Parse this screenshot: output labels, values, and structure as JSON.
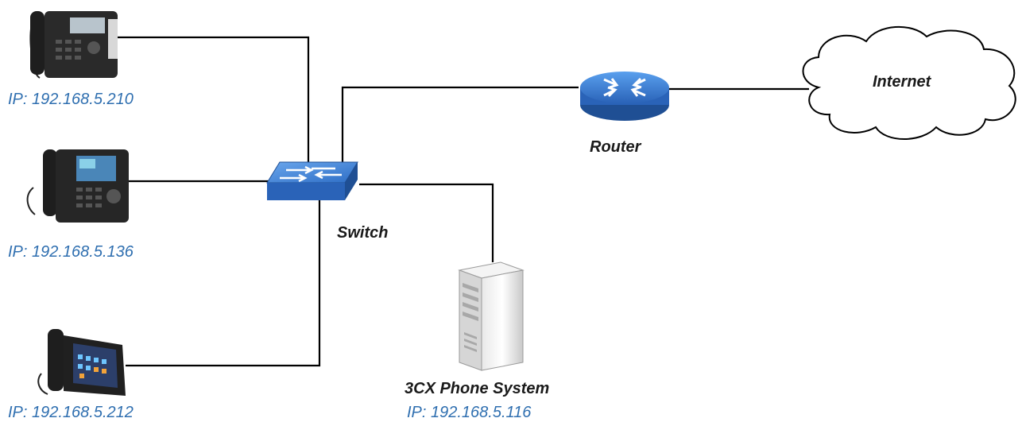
{
  "diagram": {
    "nodes": {
      "phone1": {
        "ip": "IP: 192.168.5.210"
      },
      "phone2": {
        "ip": "IP: 192.168.5.136"
      },
      "phone3": {
        "ip": "IP: 192.168.5.212"
      },
      "switch": {
        "label": "Switch"
      },
      "router": {
        "label": "Router"
      },
      "internet": {
        "label": "Internet"
      },
      "server": {
        "label": "3CX Phone System",
        "ip": "IP: 192.168.5.116"
      }
    }
  },
  "colors": {
    "ip_text": "#2f6fb0",
    "label_text": "#1a1a1a",
    "switch_blue": "#3b78c8",
    "router_blue": "#2a63b8",
    "line": "#000000"
  }
}
